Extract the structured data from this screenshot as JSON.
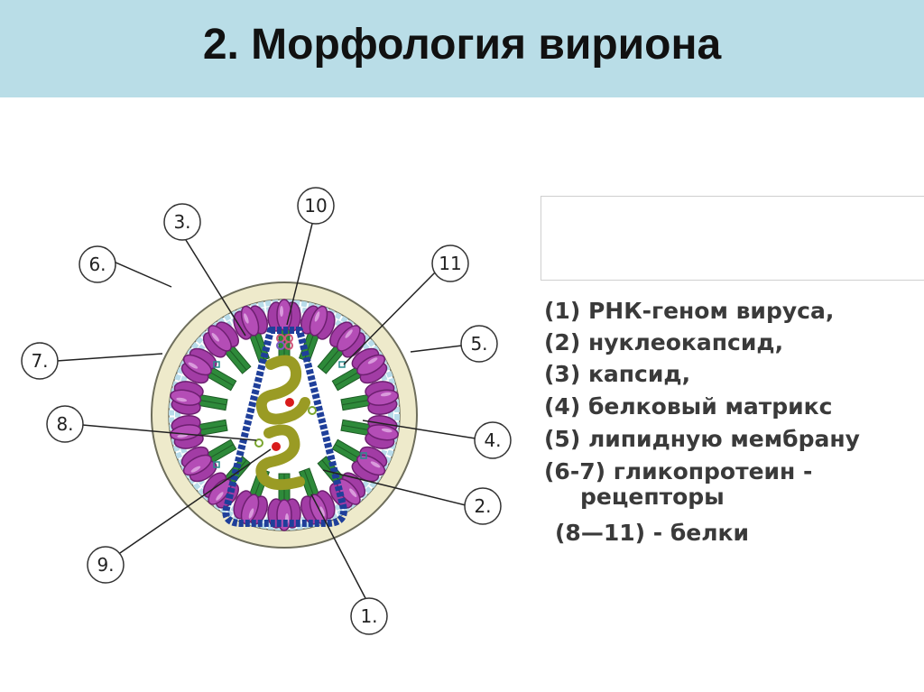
{
  "slide": {
    "title": "2. Морфология вириона"
  },
  "diagram": {
    "labels": [
      "1.",
      "2.",
      "3.",
      "4.",
      "5.",
      "6.",
      "7.",
      "8.",
      "9.",
      "10",
      "11"
    ]
  },
  "legend": {
    "items": [
      "(1)  РНК-геном вируса,",
      "(2)  нуклеокапсид,",
      "(3)  капсид,",
      "(4)  белковый матрикс",
      "(5)  липидную мембрану",
      "(6-7)  гликопротеин -",
      "рецепторы",
      "(8—11) - белки"
    ]
  },
  "colors": {
    "header_bg": "#b9dde7",
    "spike_head": "#a23ca5",
    "spike_stalk": "#2e8a3a",
    "membrane": "#eeeacb",
    "lipid_bead": "#b8dcea",
    "capsid_bead": "#1f3f9a",
    "rna": "#9a9b24"
  }
}
